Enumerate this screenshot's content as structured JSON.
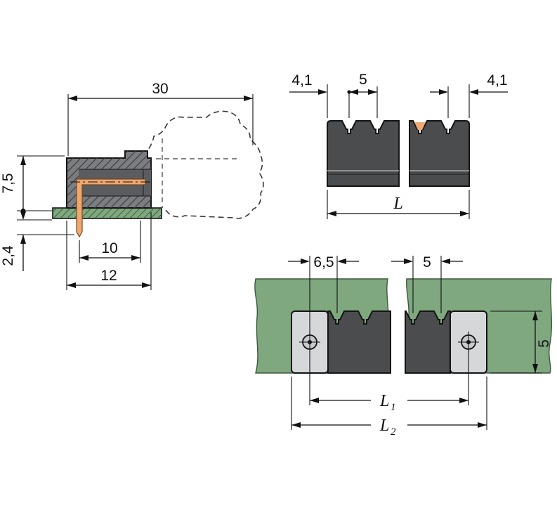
{
  "side_view": {
    "overall_width": "30",
    "height_above_board": "7,5",
    "pin_protrusion": "2,4",
    "pin_to_face": "10",
    "overall_depth": "12"
  },
  "front_view": {
    "edge_to_pin_left": "4,1",
    "pin_pitch": "5",
    "edge_to_pin_right": "4,1",
    "overall_length": "L"
  },
  "top_view": {
    "screw_to_first_pin": "6,5",
    "pin_pitch": "5",
    "body_depth": "5",
    "length_l1": "L",
    "length_l1_sub": "1",
    "length_l2": "L",
    "length_l2_sub": "2"
  },
  "colors": {
    "body_dark": "#4a4c4e",
    "body_section_gray": "#7b7d80",
    "cavity_gray": "#5a5c5f",
    "end_plate_gray": "#d6d7d8",
    "pcb_green": "#7fa87f",
    "pin_copper": "#efa871",
    "line_black": "#111111"
  }
}
